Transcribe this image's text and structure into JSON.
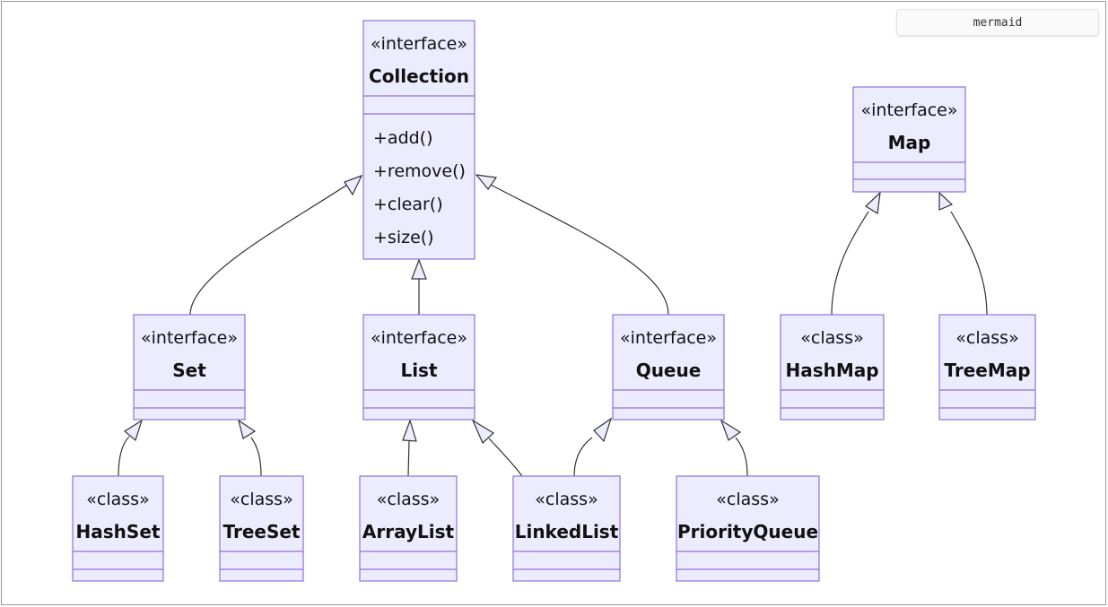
{
  "badge": "mermaid",
  "diagram": {
    "type": "classDiagram",
    "classes": [
      {
        "id": "Collection",
        "stereotype": "«interface»",
        "name": "Collection",
        "attributes": [],
        "methods": [
          "+add()",
          "+remove()",
          "+clear()",
          "+size()"
        ]
      },
      {
        "id": "Map",
        "stereotype": "«interface»",
        "name": "Map",
        "attributes": [],
        "methods": []
      },
      {
        "id": "Set",
        "stereotype": "«interface»",
        "name": "Set",
        "attributes": [],
        "methods": []
      },
      {
        "id": "List",
        "stereotype": "«interface»",
        "name": "List",
        "attributes": [],
        "methods": []
      },
      {
        "id": "Queue",
        "stereotype": "«interface»",
        "name": "Queue",
        "attributes": [],
        "methods": []
      },
      {
        "id": "HashMap",
        "stereotype": "«class»",
        "name": "HashMap",
        "attributes": [],
        "methods": []
      },
      {
        "id": "TreeMap",
        "stereotype": "«class»",
        "name": "TreeMap",
        "attributes": [],
        "methods": []
      },
      {
        "id": "HashSet",
        "stereotype": "«class»",
        "name": "HashSet",
        "attributes": [],
        "methods": []
      },
      {
        "id": "TreeSet",
        "stereotype": "«class»",
        "name": "TreeSet",
        "attributes": [],
        "methods": []
      },
      {
        "id": "ArrayList",
        "stereotype": "«class»",
        "name": "ArrayList",
        "attributes": [],
        "methods": []
      },
      {
        "id": "LinkedList",
        "stereotype": "«class»",
        "name": "LinkedList",
        "attributes": [],
        "methods": []
      },
      {
        "id": "PriorityQueue",
        "stereotype": "«class»",
        "name": "PriorityQueue",
        "attributes": [],
        "methods": []
      }
    ],
    "relations": [
      {
        "type": "inheritance",
        "from": "Set",
        "to": "Collection"
      },
      {
        "type": "inheritance",
        "from": "List",
        "to": "Collection"
      },
      {
        "type": "inheritance",
        "from": "Queue",
        "to": "Collection"
      },
      {
        "type": "inheritance",
        "from": "HashMap",
        "to": "Map"
      },
      {
        "type": "inheritance",
        "from": "TreeMap",
        "to": "Map"
      },
      {
        "type": "inheritance",
        "from": "HashSet",
        "to": "Set"
      },
      {
        "type": "inheritance",
        "from": "TreeSet",
        "to": "Set"
      },
      {
        "type": "inheritance",
        "from": "ArrayList",
        "to": "List"
      },
      {
        "type": "inheritance",
        "from": "LinkedList",
        "to": "List"
      },
      {
        "type": "inheritance",
        "from": "LinkedList",
        "to": "Queue"
      },
      {
        "type": "inheritance",
        "from": "PriorityQueue",
        "to": "Queue"
      }
    ]
  }
}
